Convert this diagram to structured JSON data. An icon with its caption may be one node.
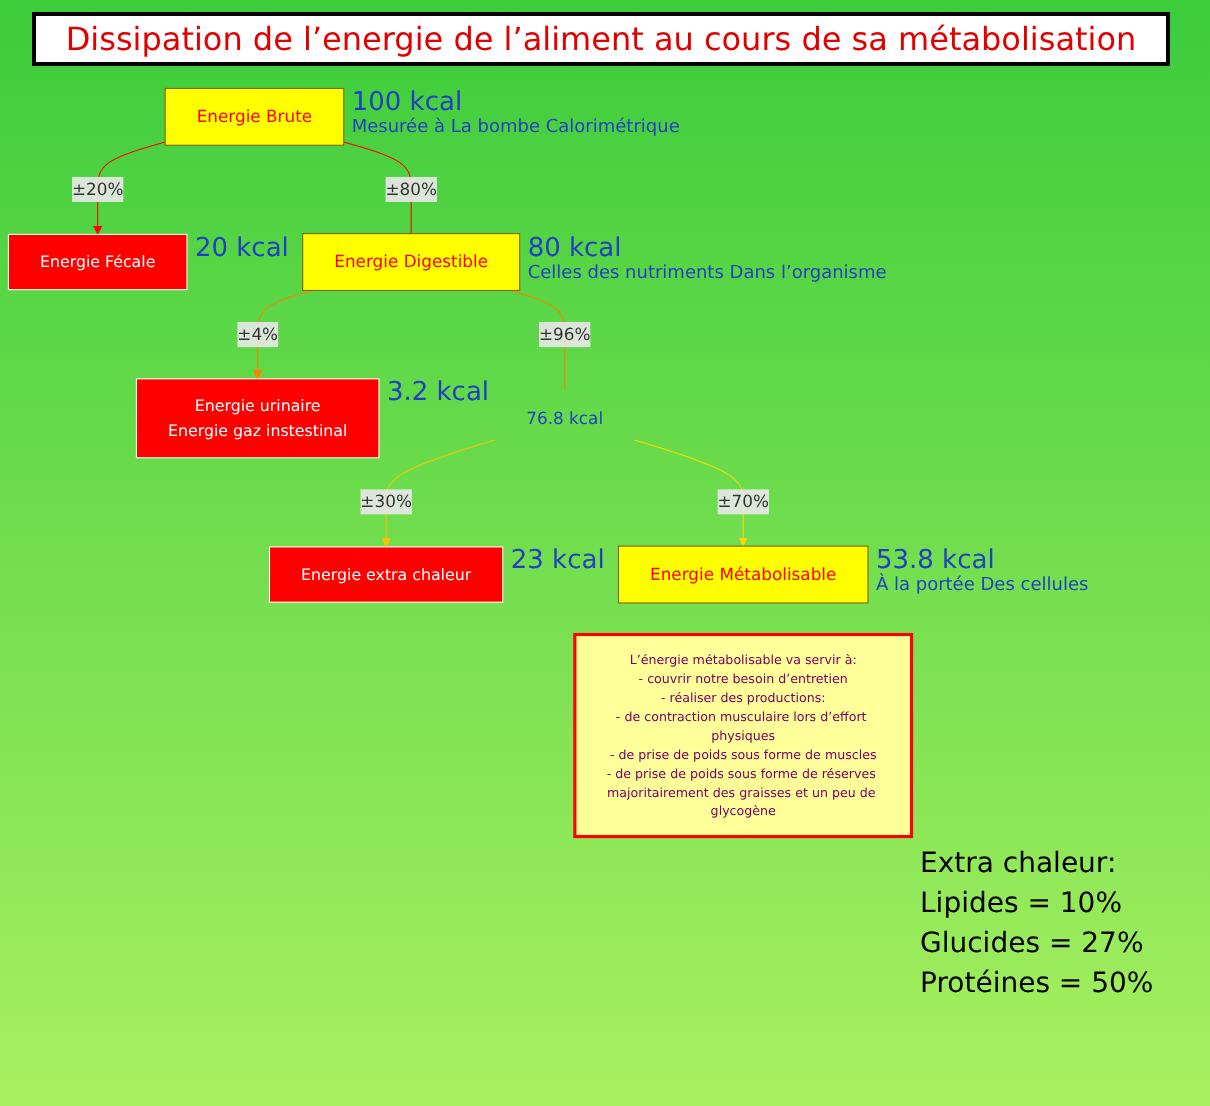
{
  "diagram": {
    "title": "Dissipation de l’energie de l’aliment au cours de sa métabolisation",
    "nodes": [
      {
        "text": [
          "Energie Brute"
        ],
        "beside": [
          "100 kcal",
          "Mesurée à La bombe Calorimétrique"
        ]
      },
      {
        "text": [
          "Energie Fécale"
        ],
        "beside": [
          "20 kcal"
        ]
      },
      {
        "text": [
          "Energie Digestible"
        ],
        "beside": [
          "80 kcal",
          "Celles des nutriments Dans l’organisme"
        ]
      },
      {
        "text": [
          "Energie urinaire",
          "Energie gaz instestinal"
        ],
        "beside": [
          "3.2 kcal"
        ]
      },
      {
        "text": [
          "76.8 kcal"
        ]
      },
      {
        "text": [
          "Energie extra chaleur"
        ],
        "beside": [
          "23 kcal"
        ]
      },
      {
        "text": [
          "Energie Métabolisable"
        ],
        "beside": [
          "53.8 kcal",
          "À la portée Des cellules"
        ]
      },
      {
        "text": [
          "L’énergie métabolisable va servir à:",
          "- couvrir notre besoin d’entretien",
          "- réaliser des productions:",
          "- de contraction musculaire lors d’effort physiques",
          "- de prise de poids sous forme de muscles",
          "- de prise de poids sous forme de réserves majoritairement des graisses et un peu de glycogène"
        ]
      }
    ],
    "edges": [
      {
        "from": 0,
        "to": 2,
        "arrow": "none",
        "label": "±80%",
        "color": "#ff0000"
      },
      {
        "from": 0,
        "to": 1,
        "arrow": "to",
        "label": "±20%",
        "color": "#ff0000"
      },
      {
        "from": 2,
        "to": 3,
        "arrow": "to",
        "label": "±4%",
        "color": "#ff8000"
      },
      {
        "from": 2,
        "to": 4,
        "arrow": "none",
        "label": "±96%",
        "color": "#ff8000"
      },
      {
        "from": 4,
        "to": 5,
        "arrow": "to",
        "label": "±30%",
        "color": "#ffc000"
      },
      {
        "from": 4,
        "to": 6,
        "arrow": "to",
        "label": "±70%",
        "color": "#ffd700"
      }
    ],
    "labels": [
      "Extra chaleur:",
      "Lipides = 10%",
      "Glucides = 27%",
      "Protéines = 50%"
    ]
  }
}
